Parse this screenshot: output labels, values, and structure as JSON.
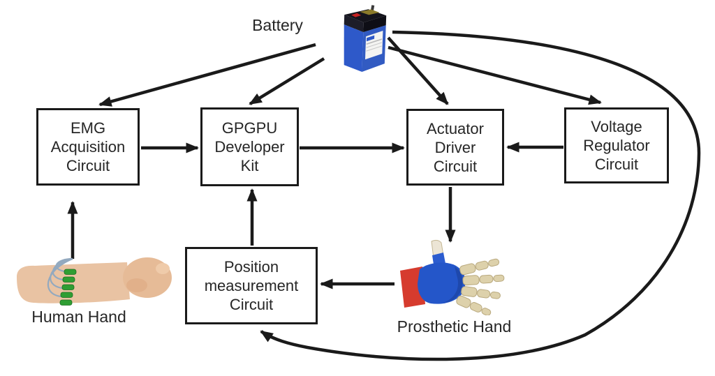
{
  "nodes": {
    "emg": {
      "line1": "EMG",
      "line2": "Acquisition",
      "line3": "Circuit"
    },
    "gpgpu": {
      "line1": "GPGPU",
      "line2": "Developer",
      "line3": "Kit"
    },
    "actuator": {
      "line1": "Actuator",
      "line2": "Driver",
      "line3": "Circuit"
    },
    "voltage": {
      "line1": "Voltage",
      "line2": "Regulator",
      "line3": "Circuit"
    },
    "position": {
      "line1": "Position",
      "line2": "measurement",
      "line3": "Circuit"
    }
  },
  "labels": {
    "battery": "Battery",
    "human_hand": "Human Hand",
    "prosthetic_hand": "Prosthetic Hand"
  },
  "icons": {
    "battery": "battery-image",
    "human_hand": "forearm-with-emg-electrodes-image",
    "prosthetic_hand": "blue-prosthetic-hand-image"
  },
  "edges": [
    {
      "from": "battery",
      "to": "emg"
    },
    {
      "from": "battery",
      "to": "gpgpu"
    },
    {
      "from": "battery",
      "to": "actuator"
    },
    {
      "from": "battery",
      "to": "voltage"
    },
    {
      "from": "battery",
      "to": "position",
      "route": "curved-around-right-and-bottom"
    },
    {
      "from": "emg",
      "to": "gpgpu"
    },
    {
      "from": "gpgpu",
      "to": "actuator"
    },
    {
      "from": "voltage",
      "to": "actuator"
    },
    {
      "from": "actuator",
      "to": "prosthetic_hand"
    },
    {
      "from": "prosthetic_hand",
      "to": "position"
    },
    {
      "from": "position",
      "to": "gpgpu"
    },
    {
      "from": "human_hand",
      "to": "emg"
    }
  ],
  "colors": {
    "line": "#1a1a1a",
    "box_border": "#1a1a1a",
    "text": "#262626",
    "battery_blue": "#2e59c9",
    "battery_blue_dark": "#24479f",
    "battery_top": "#14141c",
    "battery_red_cap": "#c62222",
    "electrode_green": "#2f9e33",
    "wire_gray_blue": "#93a9bf",
    "skin": "#e9c3a3",
    "prosthetic_blue": "#2456c9",
    "prosthetic_red": "#d63b2e",
    "finger_beige": "#ddd1ab"
  }
}
